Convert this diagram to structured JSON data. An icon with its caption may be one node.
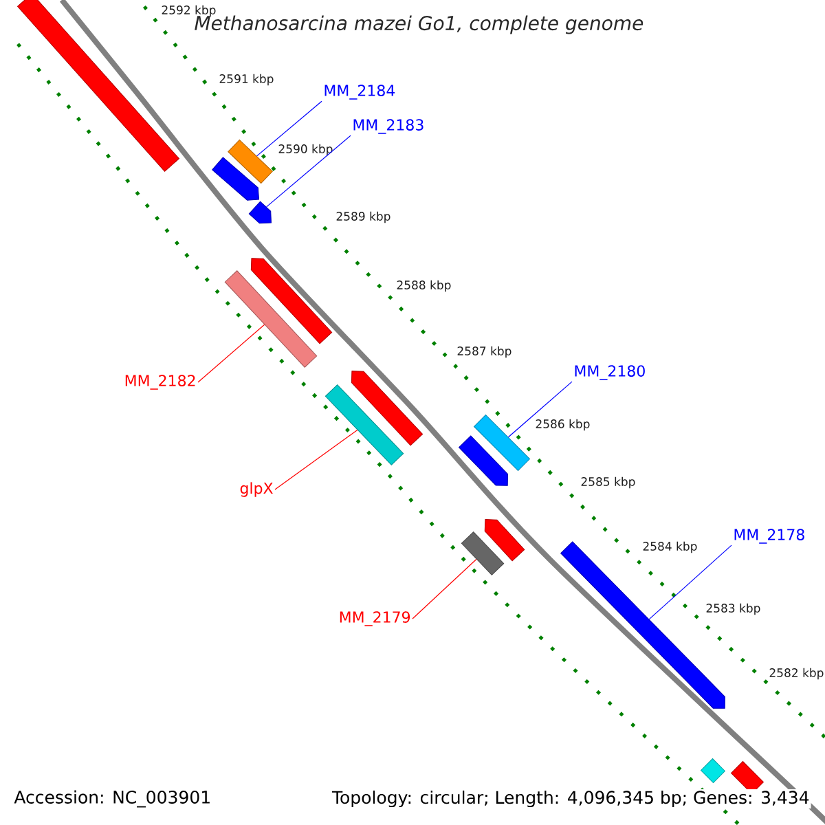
{
  "diagram": {
    "title": "*Methanosarcina mazei Go1, complete genome*",
    "nodes": [
      {
        "text": [
          "MM_2184"
        ]
      },
      {
        "text": [
          "MM_2183"
        ]
      },
      {
        "text": [],
        "shape": "bar"
      },
      {
        "text": [],
        "shape": "arrow"
      },
      {
        "text": [],
        "shape": "bar"
      },
      {
        "text": [
          "MM_2182"
        ]
      },
      {
        "text": [
          "MM_2180"
        ]
      },
      {
        "text": [],
        "shape": "bar"
      },
      {
        "text": [],
        "shape": "bar"
      },
      {
        "text": [
          "glpX"
        ]
      },
      {
        "text": [],
        "shape": "bar"
      },
      {
        "text": [
          "MM_2178"
        ]
      },
      {
        "text": [],
        "shape": "arrow"
      },
      {
        "text": [
          "MM_2179"
        ]
      },
      {
        "text": [],
        "shape": "bar"
      },
      {
        "text": [],
        "shape": "arrow"
      },
      {
        "text": [],
        "shape": "arrow"
      },
      {
        "text": [],
        "shape": "arrow"
      },
      {
        "text": [],
        "shape": "arrow"
      },
      {
        "text": [],
        "shape": "arrow"
      },
      {
        "text": [],
        "shape": "bar"
      },
      {
        "text": [],
        "shape": "bar"
      }
    ],
    "edges": [
      {
        "from": 0,
        "to": 2,
        "arrow": "none"
      },
      {
        "from": 1,
        "to": 3,
        "arrow": "none"
      },
      {
        "from": 5,
        "to": 4,
        "arrow": "none",
        "color": "#ff0000"
      },
      {
        "from": 6,
        "to": 7,
        "arrow": "none"
      },
      {
        "from": 9,
        "to": 8,
        "arrow": "none",
        "color": "#ff0000"
      },
      {
        "from": 11,
        "to": 12,
        "arrow": "none"
      },
      {
        "from": 13,
        "to": 10,
        "arrow": "none",
        "color": "#ff0000"
      }
    ],
    "labels": [
      "2592 kbp",
      "2591 kbp",
      "2590 kbp",
      "2589 kbp",
      "2588 kbp",
      "2587 kbp",
      "2586 kbp",
      "2585 kbp",
      "2584 kbp",
      "2583 kbp",
      "2582 kbp",
      "Accession: NC_003901",
      "Topology: circular; Length: 4,096,345 bp; Genes: 3,434"
    ]
  }
}
